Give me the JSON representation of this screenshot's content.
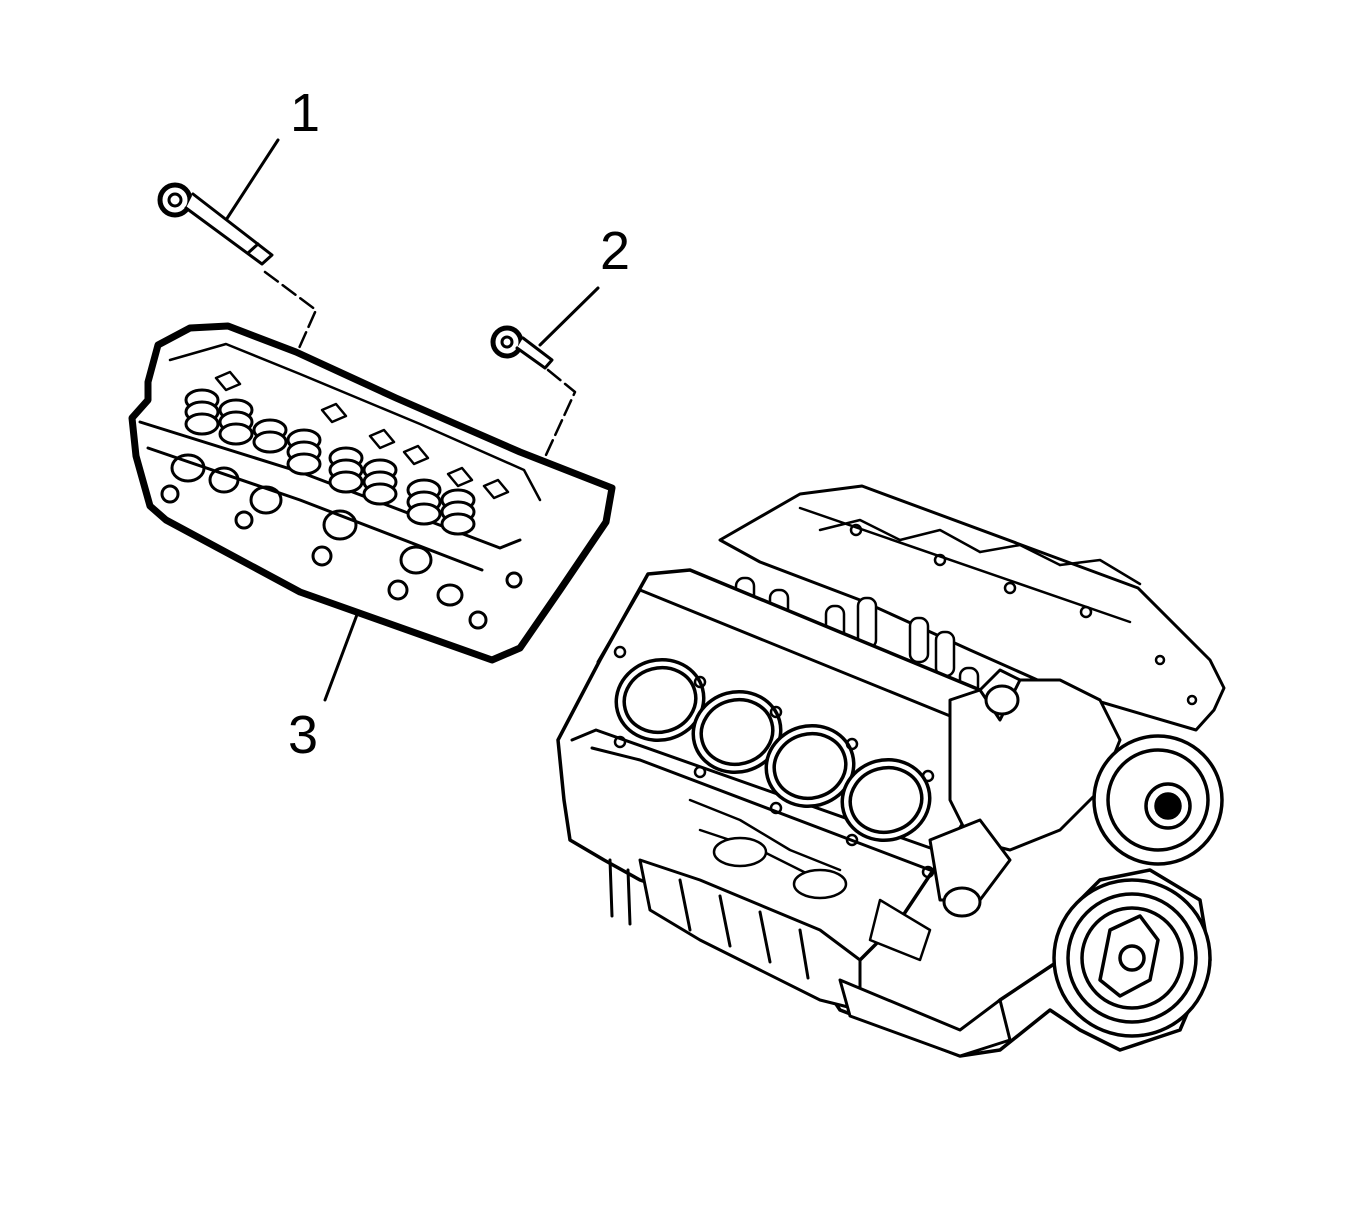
{
  "callouts": [
    {
      "id": "1",
      "label": "1",
      "part": "cylinder-head-bolt-long"
    },
    {
      "id": "2",
      "label": "2",
      "part": "cylinder-head-bolt-short"
    },
    {
      "id": "3",
      "label": "3",
      "part": "cylinder-head"
    }
  ],
  "colors": {
    "line": "#000000",
    "fill": "#ffffff"
  }
}
